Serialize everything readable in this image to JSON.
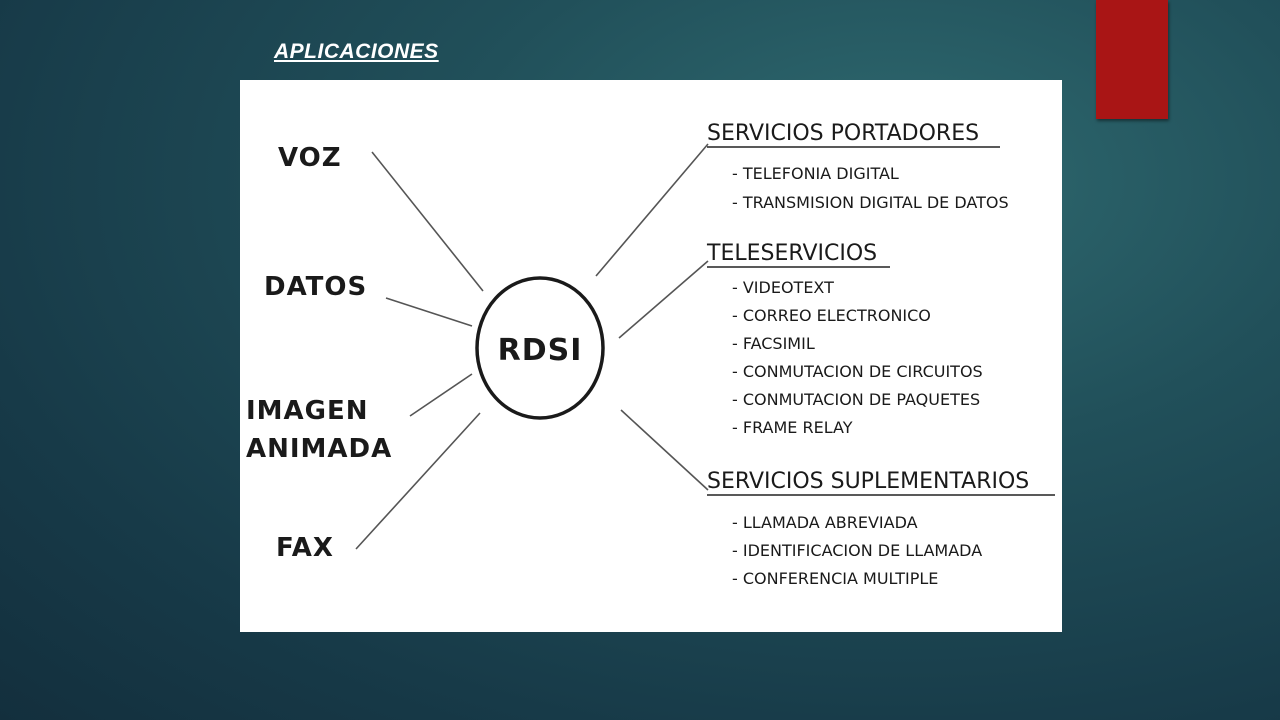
{
  "slide": {
    "title": "APLICACIONES"
  },
  "diagram": {
    "hub": "RDSI",
    "inputs": [
      "VOZ",
      "DATOS",
      "IMAGEN",
      "ANIMADA",
      "FAX"
    ],
    "categories": [
      {
        "title": "SERVICIOS PORTADORES",
        "items": [
          "- TELEFONIA DIGITAL",
          "- TRANSMISION DIGITAL DE DATOS"
        ]
      },
      {
        "title": "TELESERVICIOS",
        "items": [
          "- VIDEOTEXT",
          "- CORREO ELECTRONICO",
          "- FACSIMIL",
          "- CONMUTACION DE CIRCUITOS",
          "- CONMUTACION DE PAQUETES",
          "- FRAME RELAY"
        ]
      },
      {
        "title": "SERVICIOS SUPLEMENTARIOS",
        "items": [
          "- LLAMADA ABREVIADA",
          "- IDENTIFICACION DE LLAMADA",
          "- CONFERENCIA MULTIPLE"
        ]
      }
    ]
  },
  "colors": {
    "accent_tab": "#a91515",
    "background": "#1d4452",
    "panel": "#ffffff"
  }
}
